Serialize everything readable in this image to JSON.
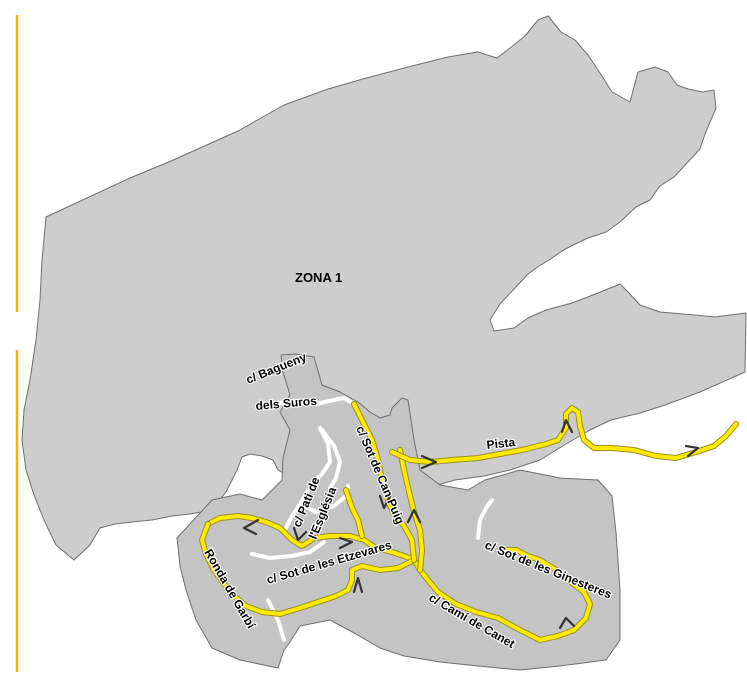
{
  "zone_label": "ZONA 1",
  "streets": {
    "bagueny_line1": "c/ Bagueny",
    "bagueny_line2": "dels Suros",
    "pati_line1": "c/ Pati de",
    "pati_line2": "l'Església",
    "sot_can_puig": "c/ Sot de Can Puig",
    "pista": "Pista",
    "sot_ginesteres": "c/ Sot  de les Ginesteres",
    "sot_etzevares": "c/ Sot de les Etzevares",
    "cami_canet": "c/ Camí de Canet",
    "ronda_garbi": "Ronda de Garbí"
  },
  "colors": {
    "zone_fill": "#cdcdcd",
    "zone_border": "#6f6f6f",
    "route_yellow": "#ffea00",
    "street_white": "#ffffff",
    "arrow": "#333333",
    "divider_orange": "#f6b300"
  },
  "icons": [
    "direction-arrow-icon"
  ]
}
